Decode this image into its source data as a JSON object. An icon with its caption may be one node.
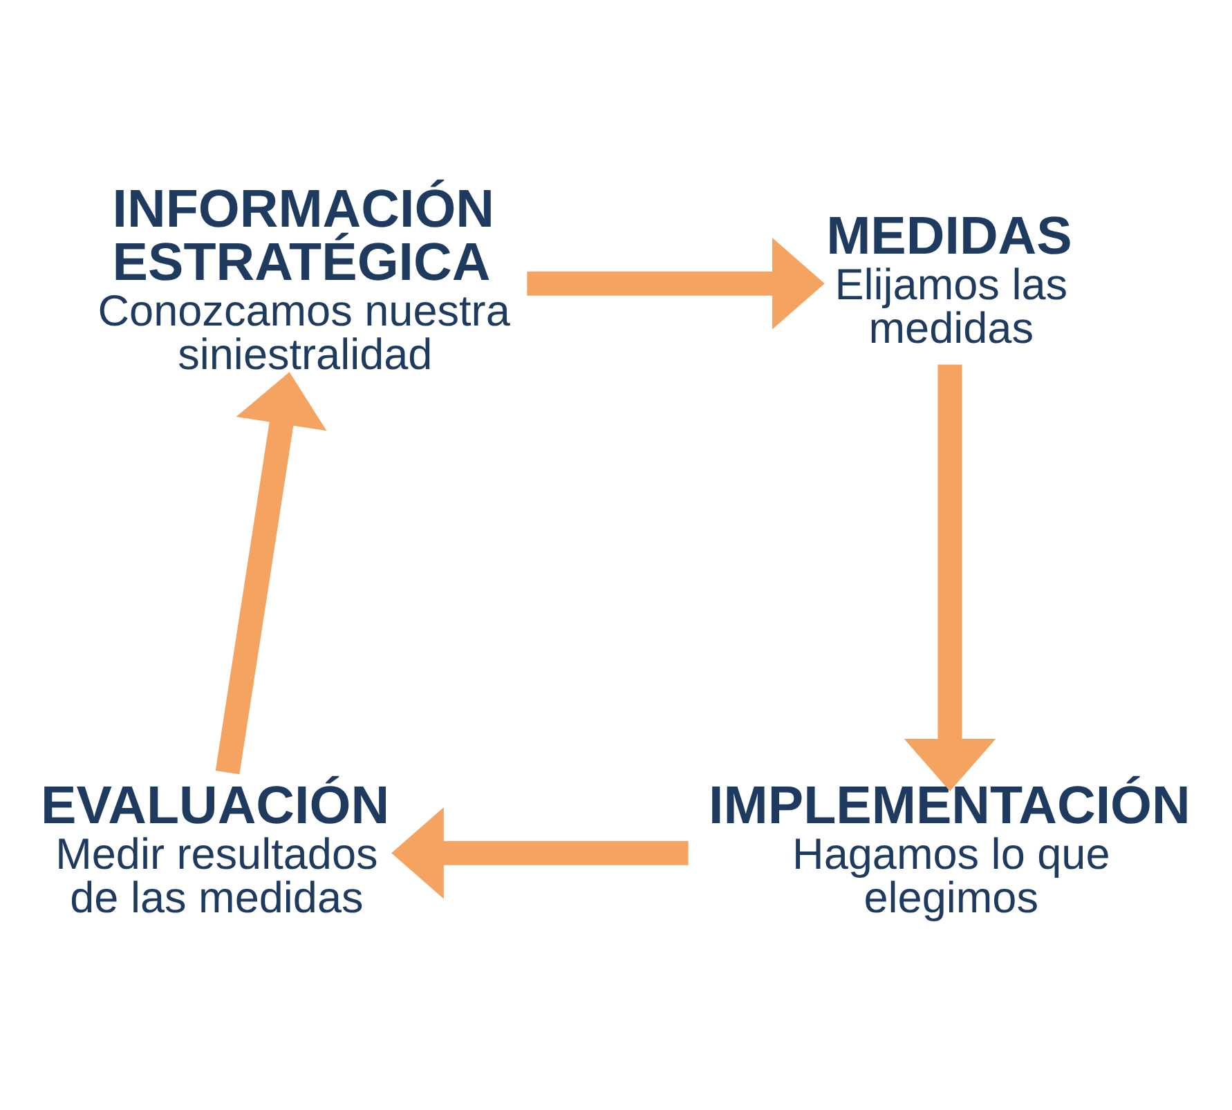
{
  "diagram": {
    "nodes": [
      {
        "text": [
          "INFORMACIÓN ESTRATÉGICA",
          "Conozcamos nuestra siniestralidad"
        ]
      },
      {
        "text": [
          "MEDIDAS",
          "Elijamos las medidas"
        ]
      },
      {
        "text": [
          "IMPLEMENTACIÓN",
          "Hagamos lo que elegimos"
        ]
      },
      {
        "text": [
          "EVALUACIÓN",
          "Medir resultados de las medidas"
        ]
      }
    ],
    "edges": [
      {
        "from": 0,
        "to": 1,
        "arrow": "to"
      },
      {
        "from": 1,
        "to": 2,
        "arrow": "to"
      },
      {
        "from": 2,
        "to": 3,
        "arrow": "to"
      },
      {
        "from": 3,
        "to": 0,
        "arrow": "to"
      }
    ]
  }
}
